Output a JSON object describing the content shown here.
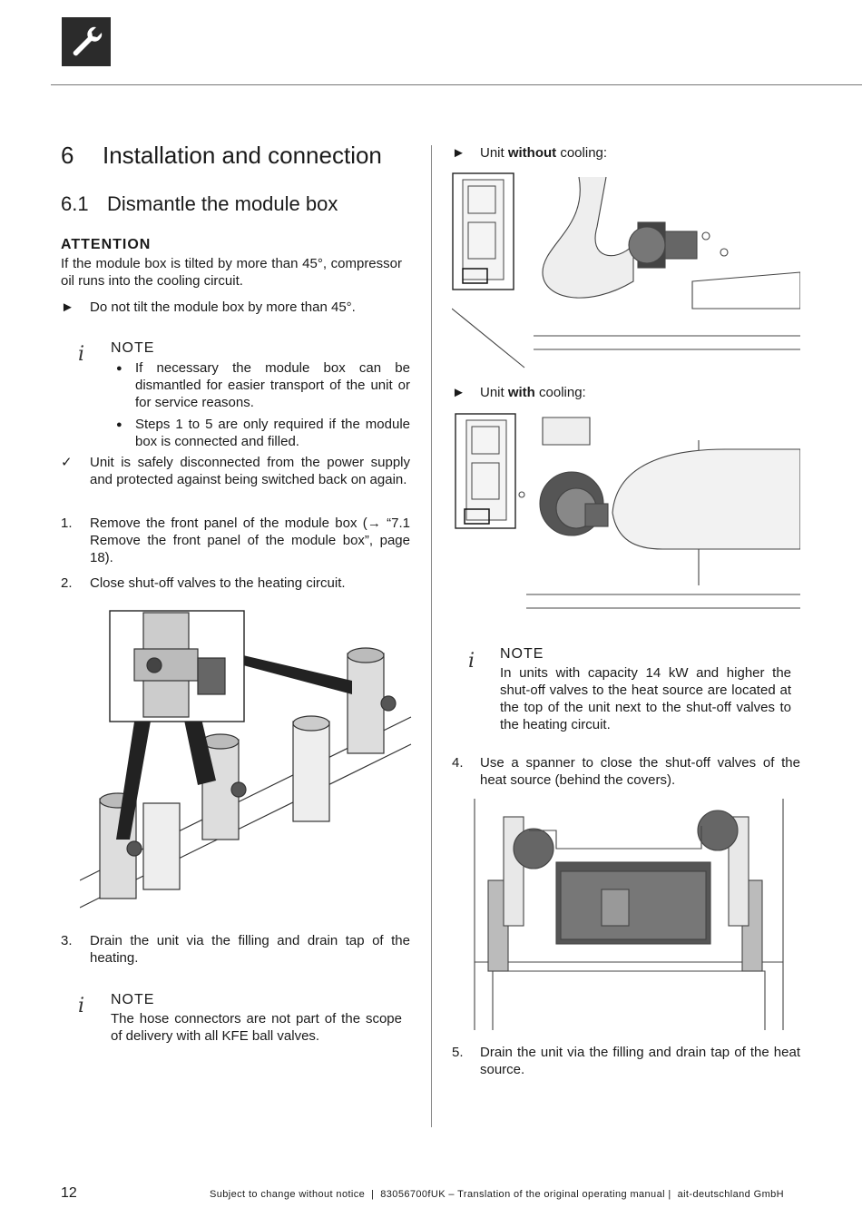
{
  "header": {
    "icon": "wrench-icon"
  },
  "chapter": {
    "number": "6",
    "title": "Installation and connection"
  },
  "section": {
    "number": "6.1",
    "title": "Dismantle the module box"
  },
  "attention": {
    "heading": "ATTENTION",
    "text": "If the module box is tilted by more than 45°, compressor oil runs into the cooling circuit.",
    "instruction": "Do not tilt the module box by more than 45°."
  },
  "note1": {
    "heading": "NOTE",
    "bullets": [
      "If necessary the module box can be dismantled for easier transport of the unit or for service reasons.",
      "Steps 1 to 5 are only required if the module box is connected and filled."
    ]
  },
  "precondition": "Unit is safely disconnected from the power supply and protected against being switched back on again.",
  "steps": [
    {
      "num": "1.",
      "pre": "Remove the front panel of the module box (",
      "arrow": "→",
      "post": " “7.1 Remove the front panel of the module box”, page 18)."
    },
    {
      "num": "2.",
      "text": "Close shut-off valves to the heating circuit."
    },
    {
      "num": "3.",
      "text": "Drain the unit via the filling and drain tap of the heating."
    },
    {
      "num": "4.",
      "text": "Use a spanner to close the shut-off valves of the heat source (behind the covers)."
    },
    {
      "num": "5.",
      "text": "Drain the unit via the filling and drain tap of the heat source."
    }
  ],
  "note3": {
    "heading": "NOTE",
    "text": "The hose connectors are not part of the scope of delivery with all KFE ball valves."
  },
  "right": {
    "without_cooling": {
      "pre": "Unit ",
      "bold": "without",
      "post": " cooling:"
    },
    "with_cooling": {
      "pre": "Unit ",
      "bold": "with",
      "post": " cooling:"
    },
    "note2": {
      "heading": "NOTE",
      "text": "In units with capacity 14 kW and higher the shut-off valves to the heat source are located at the top of the unit next to the shut-off valves to the heating circuit."
    }
  },
  "symbols": {
    "arrow_bullet": "►",
    "check": "✓",
    "dot": "●",
    "info": "i"
  },
  "footer": {
    "page": "12",
    "text": "Subject to change without notice  |  83056700fUK – Translation of the original operating manual |  ait-deutschland GmbH"
  }
}
